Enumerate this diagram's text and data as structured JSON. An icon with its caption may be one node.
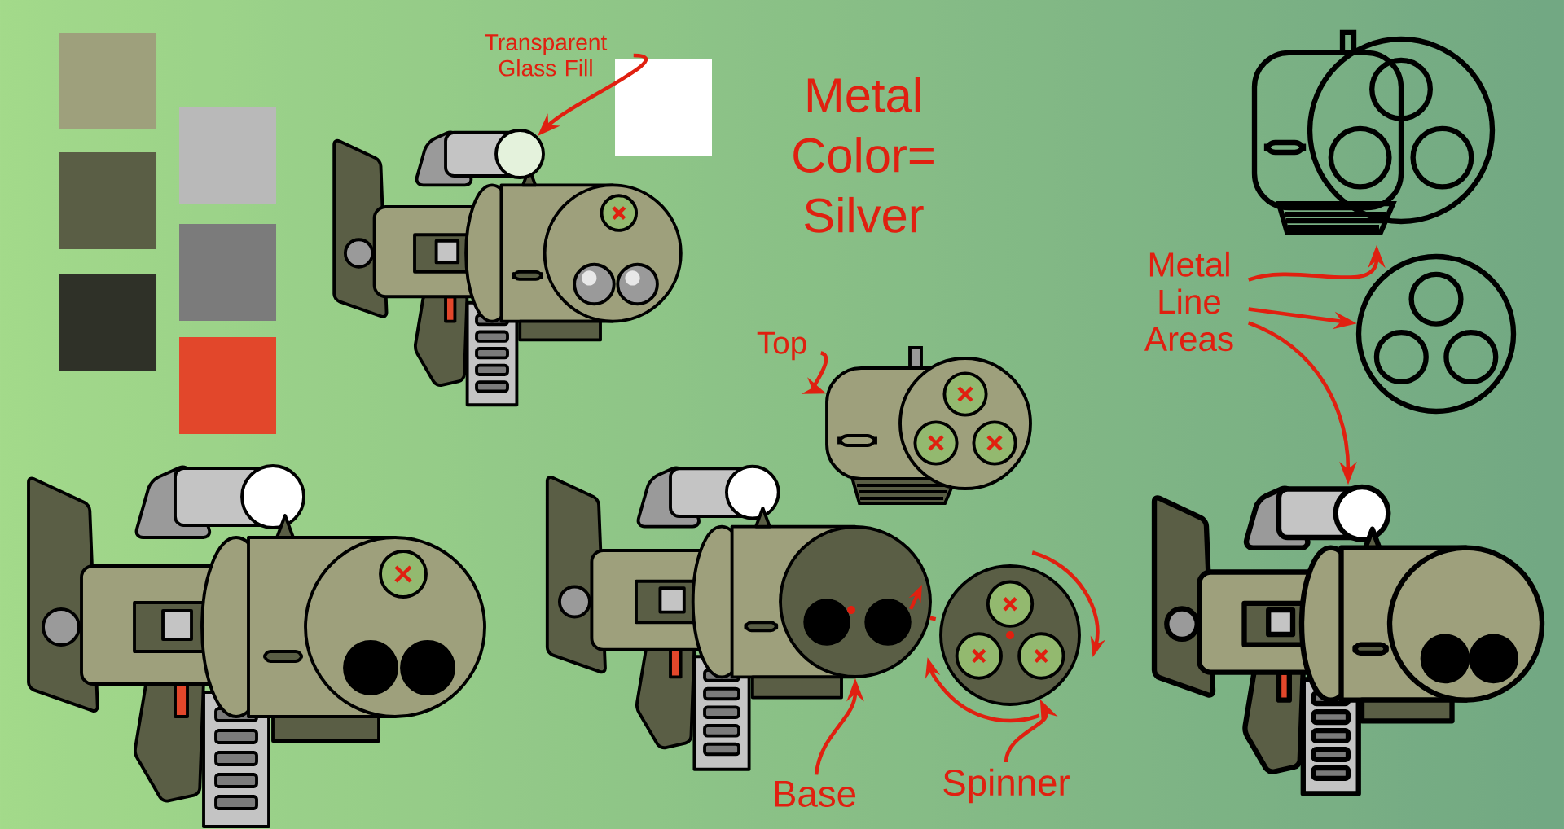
{
  "diagram": {
    "nodes": [
      {
        "text": [
          "Transparent Glass Fill"
        ]
      },
      {
        "text": [],
        "shape": "circle"
      },
      {
        "text": [
          "Top"
        ]
      },
      {
        "text": [],
        "shape": "picture"
      },
      {
        "text": [
          "Base"
        ]
      },
      {
        "text": [],
        "shape": "circle"
      },
      {
        "text": [
          "Spinner"
        ]
      },
      {
        "text": [],
        "shape": "circle"
      },
      {
        "text": [
          "Metal Line Areas"
        ]
      },
      {
        "text": [],
        "shape": "picture"
      },
      {
        "text": [],
        "shape": "circle"
      },
      {
        "text": [],
        "shape": "picture"
      }
    ],
    "edges": [
      {
        "from": 0,
        "to": 1,
        "arrow": "to"
      },
      {
        "from": 2,
        "to": 3,
        "arrow": "to"
      },
      {
        "from": 4,
        "to": 5,
        "arrow": "to"
      },
      {
        "from": 6,
        "to": 7,
        "arrow": "to"
      },
      {
        "from": 8,
        "to": 9,
        "arrow": "to"
      },
      {
        "from": 8,
        "to": 10,
        "arrow": "to"
      },
      {
        "from": 8,
        "to": 11,
        "arrow": "to"
      },
      {
        "from": 5,
        "to": 7,
        "arrow": "none",
        "style": "dashed"
      }
    ],
    "labels": [
      "Metal Color= Silver"
    ]
  }
}
